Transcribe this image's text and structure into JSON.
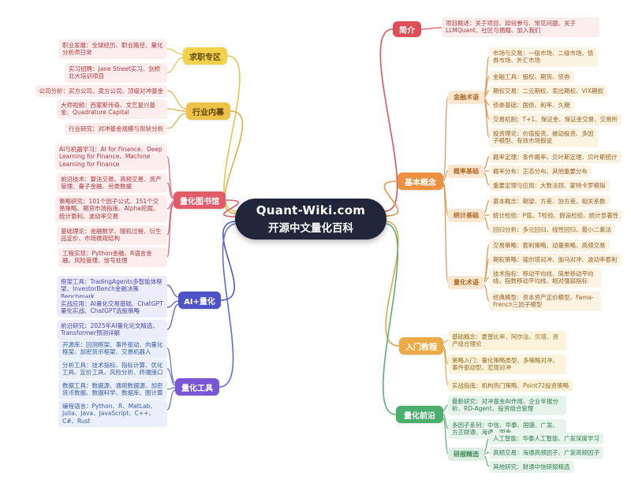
{
  "title": {
    "line1": "Quant-Wiki.com",
    "line2": "开源中文量化百科"
  },
  "colors": {
    "center_bg": "#20273a",
    "jobs": "#f2d24d",
    "industry": "#efc24a",
    "library": "#e25b68",
    "ai_quant": "#4d53c8",
    "tools": "#7a55d4",
    "intro": "#dd4f56",
    "concepts": "#ec9140",
    "tutorial": "#edaa49",
    "frontier": "#4cae6c"
  },
  "left": {
    "jobs": {
      "label": "求职专区",
      "leaves": [
        "职业发展：全球经历、职业路径、量化分析师日常",
        "实习招聘：Jane Street实习、剑桥北大培训项目"
      ]
    },
    "industry": {
      "label": "行业内幕",
      "leaves": [
        "公司分析：买方公司、卖方公司、顶级对冲基金",
        "大师视频：西蒙斯传奇、文艺复兴基金、Quadrature Capital",
        "行业研究：对冲基金规模与现状分析"
      ]
    },
    "library": {
      "label": "量化图书馆",
      "leaves": [
        "AI与机器学习：AI for Finance、Deep Learning for Finance、Machine Learning for Finance",
        "前沿技术：算法交易、高频交易、资产管理、量子金融、另类数据",
        "策略研究：101个因子公式、151个交易策略、期货市场指南、Alpha挖掘、统计套利、波动率交易",
        "基础理论：金融数学、随机过程、衍生品定价、市场微观结构",
        "工程实现：Python金融、R语言金融、风险管理、信号处理"
      ]
    },
    "ai": {
      "label": "AI+量化",
      "leaves": [
        "框架工具：TradingAgents多智能体框架、InvestorBench金融决策Benchmark",
        "实战应用：AI量化交易基础、ChatGPT量化实战、ChatGPT选股策略",
        "前沿研究：2025年AI量化论文精选、Transformer预测详解"
      ]
    },
    "tools": {
      "label": "量化工具",
      "leaves": [
        "开源库：回测框架、事件驱动、向量化框架、加密货币框架、交易机器人",
        "分析工具：技术指标、指标计算、优化工具、定价工具、风险分析、终端接口",
        "数据工具：数据源、通用数据源、加密货币数据、数据科学、数据库、图计算",
        "编程语言：Python、R、MatLab、Julia、Java、JavaScript、C++、C#、Rust"
      ]
    }
  },
  "right": {
    "intro": {
      "label": "简介",
      "leaves": [
        "项目概述：关于项目、如何参与、常见问题、关于LLMQuant、社区与捐赠、加入我们"
      ]
    },
    "concepts": {
      "label": "基本概念",
      "finance": {
        "label": "金融术语",
        "leaves": [
          "市场与交易：一级市场、二级市场、债券市场、外汇市场",
          "金融工具：股权、期货、债券",
          "期权交易：二元期权、卖出期权、VIX期权",
          "债券基础：国债、利率、久期",
          "交易机制：T+1、保证金、保证金交易、交易所",
          "投资理论：价值投资、被动投资、多因子模型、有效市场假说"
        ]
      },
      "probability": {
        "label": "概率基础",
        "leaves": [
          "概率定理：条件概率、贝叶斯定理、贝叶斯统计",
          "概率分布：正态分布、其他重要分布",
          "重要定理与应用：大数法则、蒙特卡罗模拟"
        ]
      },
      "statistics": {
        "label": "统计基础",
        "leaves": [
          "基本概念：期望、方差、协方差、相关系数",
          "统计检验：P值、T检验、假设检验、统计显著性",
          "回归分析：多元回归、线性回归、最小二乘法"
        ]
      },
      "quant_terms": {
        "label": "量化术语",
        "leaves": [
          "交易策略：套利策略、动量策略、高频交易",
          "期权策略：德尔塔对冲、伽马对冲、波动率套利",
          "技术指标：移动平均线、简单移动平均线、指数移动平均线、相对强弱指标",
          "经典模型：资本资产定价模型、Fama-French三因子模型"
        ]
      }
    },
    "tutorial": {
      "label": "入门教程",
      "leaves": [
        "基础概念：夏普比率、阿尔法、贝塔、资产组合理论",
        "策略入门：量化策略类型、多策略对冲、事件驱动型、宏观对冲",
        "实战指南：机构热门策略、Point72投资策略"
      ]
    },
    "frontier": {
      "label": "量化前沿",
      "leaves": [
        "最新研究：对冲基金AI作用、企业年报分析、RD-Agent、投资组合管理",
        "多因子系列：中信、华泰、国盛、广发、方正财通、海通、国金"
      ],
      "reports": {
        "label": "研报精选",
        "leaves": [
          "人工智能：华泰人工智能、广发深度学习",
          "高频交易：海通高频因子、广发高频因子",
          "其他研究：财通中信研报精选"
        ]
      }
    }
  }
}
